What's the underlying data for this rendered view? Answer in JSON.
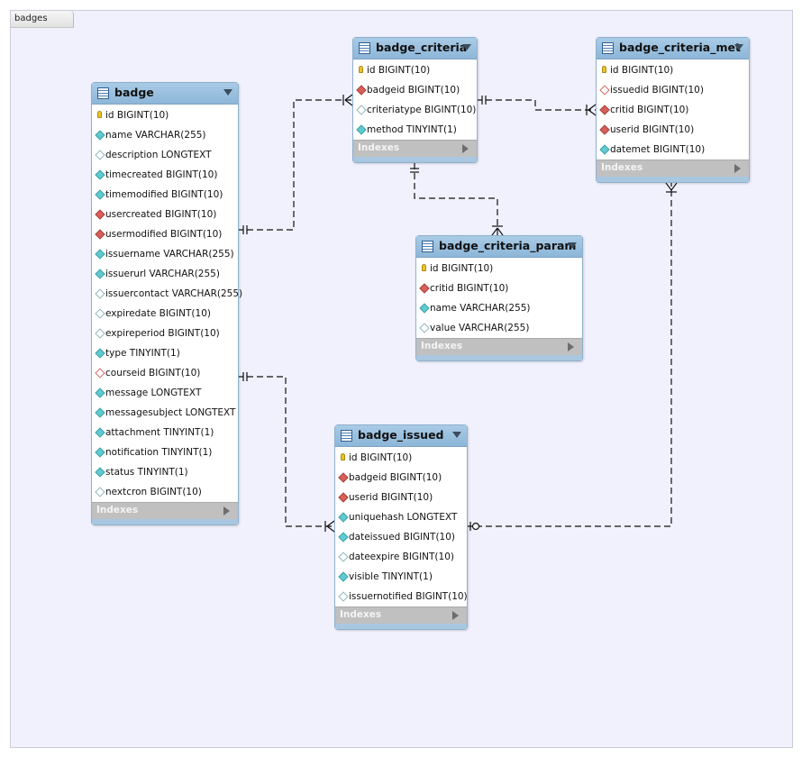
{
  "diagram": {
    "layer_name": "badges"
  },
  "tables": [
    {
      "id": "badge",
      "name": "badge",
      "indexes_label": "Indexes",
      "columns": [
        {
          "name": "id BIGINT(10)",
          "icon": "primary-key-icon"
        },
        {
          "name": "name VARCHAR(255)",
          "icon": "column-icon"
        },
        {
          "name": "description LONGTEXT",
          "icon": "nullable-column-icon"
        },
        {
          "name": "timecreated BIGINT(10)",
          "icon": "column-icon"
        },
        {
          "name": "timemodified BIGINT(10)",
          "icon": "column-icon"
        },
        {
          "name": "usercreated BIGINT(10)",
          "icon": "foreign-key-icon"
        },
        {
          "name": "usermodified BIGINT(10)",
          "icon": "foreign-key-icon"
        },
        {
          "name": "issuername VARCHAR(255)",
          "icon": "column-icon"
        },
        {
          "name": "issuerurl VARCHAR(255)",
          "icon": "column-icon"
        },
        {
          "name": "issuercontact VARCHAR(255)",
          "icon": "nullable-column-icon"
        },
        {
          "name": "expiredate BIGINT(10)",
          "icon": "nullable-column-icon"
        },
        {
          "name": "expireperiod BIGINT(10)",
          "icon": "nullable-column-icon"
        },
        {
          "name": "type TINYINT(1)",
          "icon": "column-icon"
        },
        {
          "name": "courseid BIGINT(10)",
          "icon": "nullable-foreign-key-icon"
        },
        {
          "name": "message LONGTEXT",
          "icon": "column-icon"
        },
        {
          "name": "messagesubject LONGTEXT",
          "icon": "column-icon"
        },
        {
          "name": "attachment TINYINT(1)",
          "icon": "column-icon"
        },
        {
          "name": "notification TINYINT(1)",
          "icon": "column-icon"
        },
        {
          "name": "status TINYINT(1)",
          "icon": "column-icon"
        },
        {
          "name": "nextcron BIGINT(10)",
          "icon": "nullable-column-icon"
        }
      ]
    },
    {
      "id": "badge_criteria",
      "name": "badge_criteria",
      "indexes_label": "Indexes",
      "columns": [
        {
          "name": "id BIGINT(10)",
          "icon": "primary-key-icon"
        },
        {
          "name": "badgeid BIGINT(10)",
          "icon": "foreign-key-icon"
        },
        {
          "name": "criteriatype BIGINT(10)",
          "icon": "nullable-column-icon"
        },
        {
          "name": "method TINYINT(1)",
          "icon": "column-icon"
        }
      ]
    },
    {
      "id": "badge_criteria_met",
      "name": "badge_criteria_met",
      "indexes_label": "Indexes",
      "columns": [
        {
          "name": "id BIGINT(10)",
          "icon": "primary-key-icon"
        },
        {
          "name": "issuedid BIGINT(10)",
          "icon": "nullable-foreign-key-icon"
        },
        {
          "name": "critid BIGINT(10)",
          "icon": "foreign-key-icon"
        },
        {
          "name": "userid BIGINT(10)",
          "icon": "foreign-key-icon"
        },
        {
          "name": "datemet BIGINT(10)",
          "icon": "column-icon"
        }
      ]
    },
    {
      "id": "badge_criteria_param",
      "name": "badge_criteria_param",
      "indexes_label": "Indexes",
      "columns": [
        {
          "name": "id BIGINT(10)",
          "icon": "primary-key-icon"
        },
        {
          "name": "critid BIGINT(10)",
          "icon": "foreign-key-icon"
        },
        {
          "name": "name VARCHAR(255)",
          "icon": "column-icon"
        },
        {
          "name": "value VARCHAR(255)",
          "icon": "nullable-column-icon"
        }
      ]
    },
    {
      "id": "badge_issued",
      "name": "badge_issued",
      "indexes_label": "Indexes",
      "columns": [
        {
          "name": "id BIGINT(10)",
          "icon": "primary-key-icon"
        },
        {
          "name": "badgeid BIGINT(10)",
          "icon": "foreign-key-icon"
        },
        {
          "name": "userid BIGINT(10)",
          "icon": "foreign-key-icon"
        },
        {
          "name": "uniquehash LONGTEXT",
          "icon": "column-icon"
        },
        {
          "name": "dateissued BIGINT(10)",
          "icon": "column-icon"
        },
        {
          "name": "dateexpire BIGINT(10)",
          "icon": "nullable-column-icon"
        },
        {
          "name": "visible TINYINT(1)",
          "icon": "column-icon"
        },
        {
          "name": "issuernotified BIGINT(10)",
          "icon": "nullable-column-icon"
        }
      ]
    }
  ],
  "relationships": [
    {
      "from": "badge",
      "to": "badge_criteria",
      "from_end": "one-mandatory",
      "to_end": "many"
    },
    {
      "from": "badge",
      "to": "badge_issued",
      "from_end": "one-mandatory",
      "to_end": "many"
    },
    {
      "from": "badge_criteria",
      "to": "badge_criteria_met",
      "from_end": "one-mandatory",
      "to_end": "many"
    },
    {
      "from": "badge_criteria",
      "to": "badge_criteria_param",
      "from_end": "one-mandatory",
      "to_end": "many"
    },
    {
      "from": "badge_issued",
      "to": "badge_criteria_met",
      "from_end": "zero-or-one",
      "to_end": "many"
    }
  ]
}
